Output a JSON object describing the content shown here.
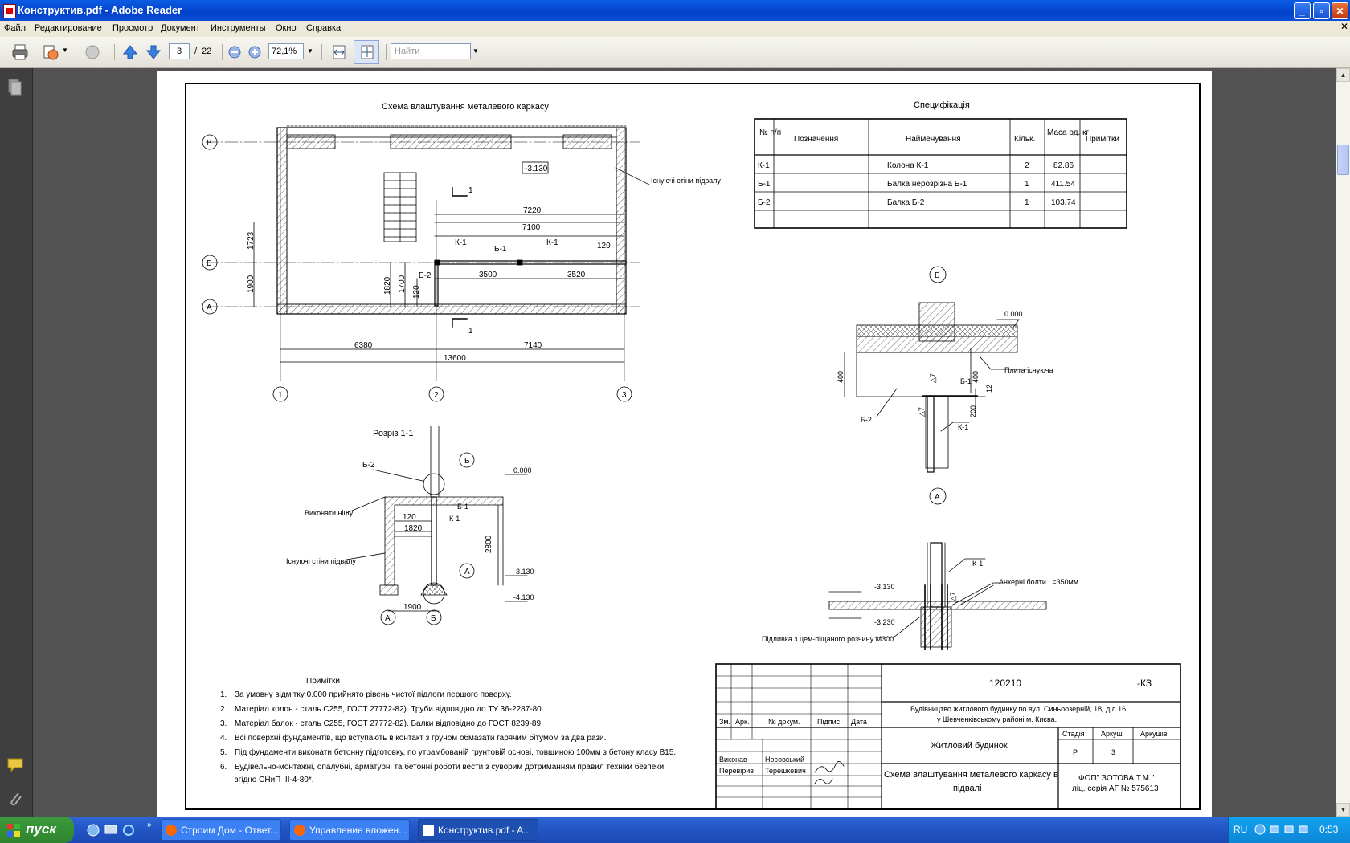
{
  "window": {
    "title": "Конструктив.pdf - Adobe Reader"
  },
  "menu": {
    "items": [
      "Файл",
      "Редактирование",
      "Просмотр",
      "Документ",
      "Инструменты",
      "Окно",
      "Справка"
    ]
  },
  "toolbar": {
    "page_current": "3",
    "page_sep": "/",
    "page_total": "22",
    "zoom": "72,1%",
    "find_placeholder": "Найти"
  },
  "taskbar": {
    "start_label": "пуск",
    "tasks": [
      "Строим Дом - Ответ...",
      "Управление вложен...",
      "Конструктив.pdf - A..."
    ],
    "lang": "RU",
    "time": "0:53"
  },
  "drawing": {
    "plan_title": "Схема влаштування металевого каркасу",
    "axes_rows": [
      "В",
      "Б",
      "А"
    ],
    "axes_cols": [
      "1",
      "2",
      "3"
    ],
    "elev_label": "-3.130",
    "wall_label": "Існуючі стіни підвалу",
    "section_mark": "1",
    "plan_dims": {
      "d7220": "7220",
      "d7100": "7100",
      "d120a": "120",
      "d3500": "3500",
      "d3520": "3520",
      "d1723": "1723",
      "d1900": "1900",
      "d1820": "1820",
      "d1700": "1700",
      "d120b": "120",
      "d6380": "6380",
      "d7140": "7140",
      "d13600": "13600"
    },
    "plan_labels": {
      "k1a": "К-1",
      "b1": "Б-1",
      "k1b": "К-1",
      "b2": "Б-2"
    },
    "section_title": "Розріз 1-1",
    "section": {
      "b2": "Б-2",
      "b_mark": "Б",
      "zero": "0.000",
      "nisha": "Виконати нішу",
      "d120": "120",
      "d1820": "1820",
      "b1": "Б-1",
      "k1": "К-1",
      "d2800": "2800",
      "m3130": "-3.130",
      "walls": "Існуючі стіни підвалу",
      "a_mark": "А",
      "m4130": "-4.130",
      "d1900": "1900",
      "axis_a": "А",
      "axis_b": "Б"
    },
    "spec": {
      "title": "Специфікація",
      "headers": [
        "№ п/п",
        "Позначення",
        "Найменування",
        "Кільк.",
        "Маса од. кг",
        "Примітки"
      ],
      "rows": [
        {
          "no": "К-1",
          "code": "",
          "name": "Колона К-1",
          "qty": "2",
          "mass": "82.86",
          "note": ""
        },
        {
          "no": "Б-1",
          "code": "",
          "name": "Балка нерозрізна Б-1",
          "qty": "1",
          "mass": "411.54",
          "note": ""
        },
        {
          "no": "Б-2",
          "code": "",
          "name": "Балка Б-2",
          "qty": "1",
          "mass": "103.74",
          "note": ""
        }
      ]
    },
    "node_b": {
      "mark": "Б",
      "zero": "0.000",
      "d400a": "400",
      "d400b": "400",
      "d7a": "△7",
      "b1": "Б-1",
      "plate": "Плита існуюча",
      "d12": "12",
      "d200": "200",
      "d7b": "△7",
      "b2": "Б-2",
      "k1": "К-1"
    },
    "node_a": {
      "mark": "А",
      "k1": "К-1",
      "bolts": "Анкерні болти L=350мм",
      "m3130": "-3.130",
      "d7": "△7",
      "m3230": "-3.230",
      "grout": "Підливка з цем-піщаного розчину М300"
    },
    "notes": {
      "title": "Примітки",
      "items": [
        "За умовну відмітку 0.000 прийнято рівень чистої підлоги першого поверху.",
        "Матеріал колон - сталь С255, ГОСТ 27772-82). Труби відповідно до ТУ 36-2287-80",
        "Матеріал балок - сталь С255, ГОСТ 27772-82). Балки відповідно до ГОСТ 8239-89.",
        "Всі поверхні фундаментів, що вступають в контакт з груном обмазати гарячим бітумом за два рази.",
        "Під фундаменти виконати бетонну підготовку, по утрамбованій грунтовій основі, товщиною 100мм з бетону класу В15.",
        "Будівельно-монтажні, опалубні, арматурні та бетонні роботи вести з суворим дотриманням правил техніки безпеки",
        "згідно СНиП III-4-80*."
      ]
    },
    "stamp": {
      "code": "120210",
      "suffix": "-КЗ",
      "project": "Будівництво житлового будинку по вул. Синьоозерній, 18, діл.16",
      "project2": "у Шевченківському районі м. Києва.",
      "cols": [
        "Зм.",
        "Арк.",
        "№ докум.",
        "Підпис",
        "Дата"
      ],
      "building": "Житловий будинок",
      "stage_h": "Стадія",
      "sheet_h": "Аркуш",
      "sheets_h": "Аркушів",
      "stage": "Р",
      "sheet": "3",
      "role1": "Виконав",
      "name1": "Носовський",
      "role2": "Перевірив",
      "name2": "Терешкевич",
      "sheet_title": "Схема влаштування металевого каркасу в",
      "sheet_title2": "підвалі",
      "firm": "ФОП\" ЗОТОВА Т.М.\"",
      "license": "ліц. серія АГ № 575613"
    }
  }
}
